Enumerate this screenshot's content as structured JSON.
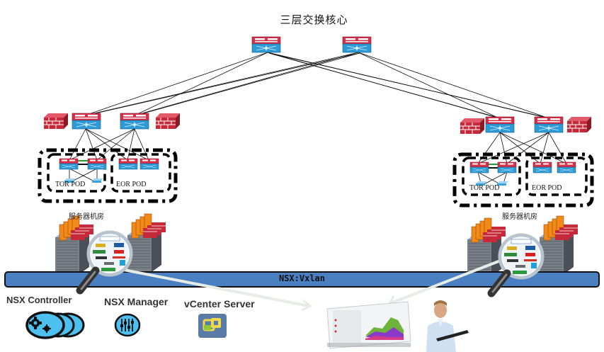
{
  "diagram": {
    "title": "三层交换核心",
    "sites": [
      {
        "id": "left",
        "room_label": "服务器机房",
        "pods": [
          {
            "label": "TOR POD"
          },
          {
            "label": "EOR POD"
          }
        ]
      },
      {
        "id": "right",
        "room_label": "服务器机房",
        "pods": [
          {
            "label": "TOR POD"
          },
          {
            "label": "EOR POD"
          }
        ]
      }
    ],
    "overlay_bar": {
      "label": "NSX:Vxlan",
      "color": "#4a7fc1"
    },
    "components": [
      {
        "label": "NSX Controller",
        "icon": "gears-cluster-icon"
      },
      {
        "label": "NSX Manager",
        "icon": "sliders-icon"
      },
      {
        "label": "vCenter Server",
        "icon": "vcenter-icon"
      }
    ],
    "colors": {
      "switch_top": "#d9304a",
      "switch_bottom": "#2e9bd6",
      "firewall": "#c62a3a",
      "accent_blue": "#4a7fc1"
    }
  }
}
